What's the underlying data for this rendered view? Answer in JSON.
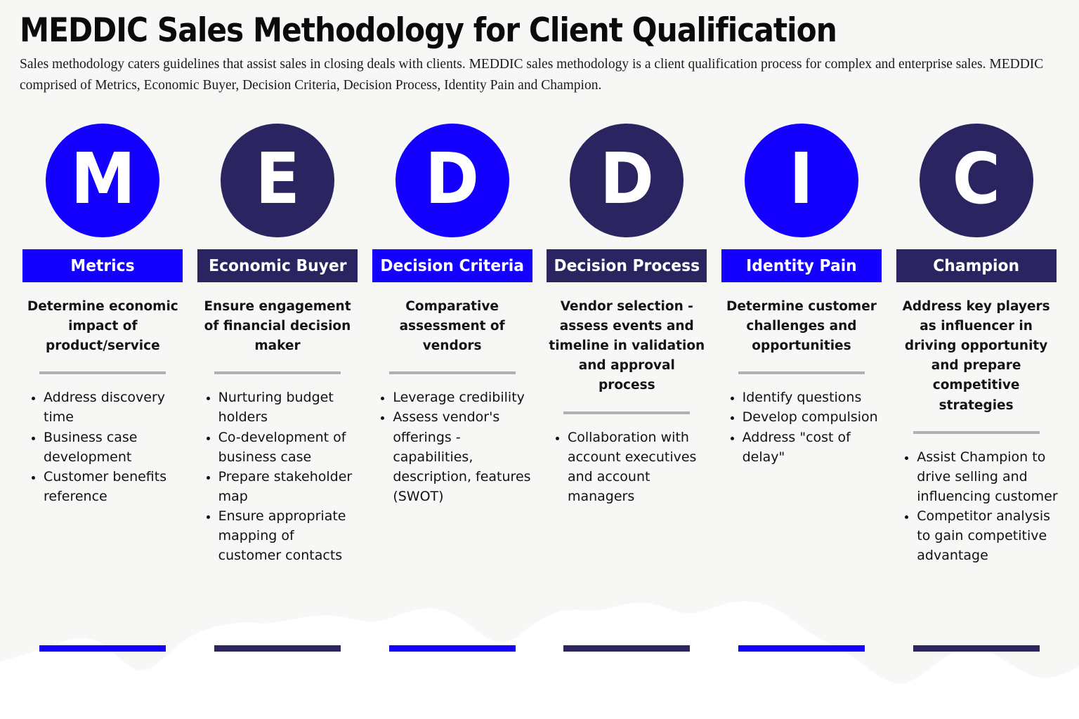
{
  "header": {
    "title": "MEDDIC Sales Methodology for Client Qualification",
    "subtitle": "Sales methodology caters guidelines that assist sales in closing deals with clients. MEDDIC sales methodology is a client qualification process for complex and enterprise sales. MEDDIC comprised of Metrics, Economic Buyer, Decision Criteria, Decision Process, Identity Pain and Champion."
  },
  "colors": {
    "blue": "#1400ff",
    "navy": "#2a2560",
    "page_background": "#f7f7f5",
    "torn_background": "#ffffff",
    "divider": "#b0b0b0",
    "text": "#111111"
  },
  "columns": [
    {
      "letter": "M",
      "accent": "blue",
      "label": "Metrics",
      "description": "Determine economic impact of product/service",
      "bullets": [
        "Address discovery time",
        "Business case development",
        "Customer benefits reference"
      ]
    },
    {
      "letter": "E",
      "accent": "navy",
      "label": "Economic Buyer",
      "description": "Ensure engagement of financial decision maker",
      "bullets": [
        "Nurturing budget holders",
        "Co-development of business case",
        "Prepare stakeholder map",
        "Ensure appropriate mapping of customer contacts"
      ]
    },
    {
      "letter": "D",
      "accent": "blue",
      "label": "Decision Criteria",
      "description": "Comparative assessment of vendors",
      "bullets": [
        "Leverage credibility",
        "Assess vendor's offerings - capabilities, description, features (SWOT)"
      ]
    },
    {
      "letter": "D",
      "accent": "navy",
      "label": "Decision Process",
      "description": "Vendor selection - assess events and timeline in validation and approval process",
      "bullets": [
        "Collaboration with account executives and account managers"
      ]
    },
    {
      "letter": "I",
      "accent": "blue",
      "label": "Identity Pain",
      "description": "Determine customer challenges and opportunities",
      "bullets": [
        "Identify questions",
        "Develop compulsion",
        "Address \"cost of delay\""
      ]
    },
    {
      "letter": "C",
      "accent": "navy",
      "label": "Champion",
      "description": "Address key players as influencer in driving opportunity and prepare competitive strategies",
      "bullets": [
        "Assist Champion to drive selling and influencing customer",
        "Competitor analysis to gain competitive advantage"
      ]
    }
  ]
}
